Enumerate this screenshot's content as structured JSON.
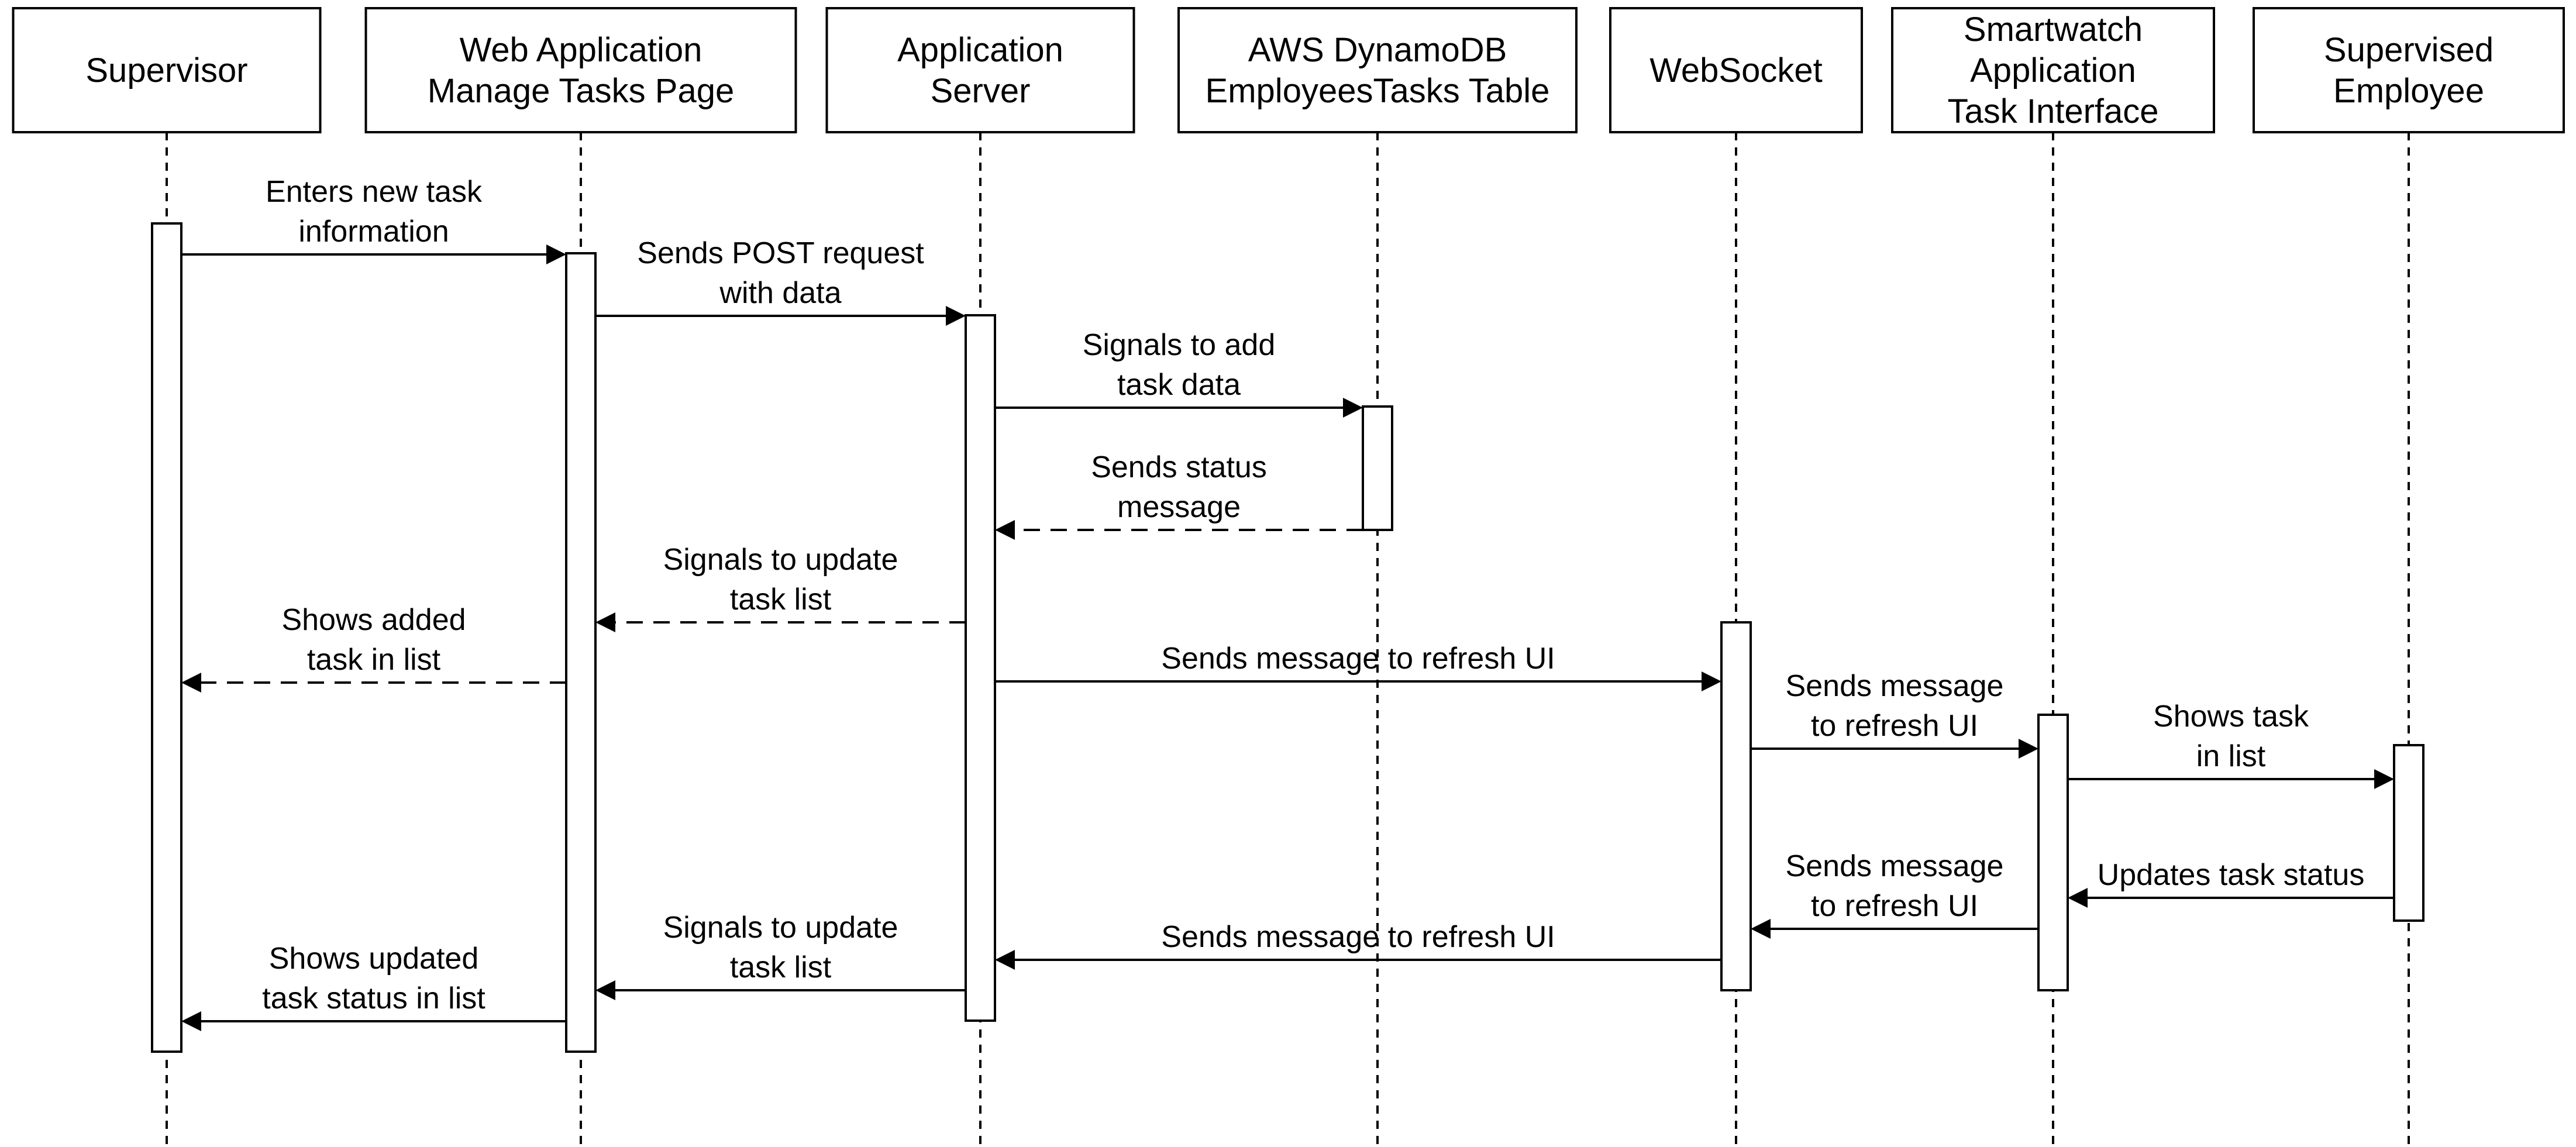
{
  "participants": [
    {
      "id": "supervisor",
      "lines": [
        "Supervisor"
      ]
    },
    {
      "id": "webapp",
      "lines": [
        "Web Application",
        "Manage Tasks Page"
      ]
    },
    {
      "id": "appserver",
      "lines": [
        "Application",
        "Server"
      ]
    },
    {
      "id": "dynamodb",
      "lines": [
        "AWS DynamoDB",
        "EmployeesTasks Table"
      ]
    },
    {
      "id": "websocket",
      "lines": [
        "WebSocket"
      ]
    },
    {
      "id": "smartwatch",
      "lines": [
        "Smartwatch",
        "Application",
        "Task Interface"
      ]
    },
    {
      "id": "employee",
      "lines": [
        "Supervised",
        "Employee"
      ]
    }
  ],
  "messages": [
    {
      "from": "supervisor",
      "to": "webapp",
      "kind": "sync",
      "lines": [
        "Enters new task",
        "information"
      ]
    },
    {
      "from": "webapp",
      "to": "appserver",
      "kind": "sync",
      "lines": [
        "Sends POST request",
        "with data"
      ]
    },
    {
      "from": "appserver",
      "to": "dynamodb",
      "kind": "sync",
      "lines": [
        "Signals to add",
        "task data"
      ]
    },
    {
      "from": "dynamodb",
      "to": "appserver",
      "kind": "reply",
      "lines": [
        "Sends status",
        "message"
      ]
    },
    {
      "from": "appserver",
      "to": "webapp",
      "kind": "reply",
      "lines": [
        "Signals to update",
        "task list"
      ]
    },
    {
      "from": "webapp",
      "to": "supervisor",
      "kind": "reply",
      "lines": [
        "Shows added",
        "task in list"
      ]
    },
    {
      "from": "appserver",
      "to": "websocket",
      "kind": "sync",
      "lines": [
        "Sends message to refresh UI"
      ]
    },
    {
      "from": "websocket",
      "to": "smartwatch",
      "kind": "sync",
      "lines": [
        "Sends message",
        "to refresh UI"
      ]
    },
    {
      "from": "smartwatch",
      "to": "employee",
      "kind": "sync",
      "lines": [
        "Shows task",
        "in list"
      ]
    },
    {
      "from": "employee",
      "to": "smartwatch",
      "kind": "sync",
      "lines": [
        "Updates task status"
      ]
    },
    {
      "from": "smartwatch",
      "to": "websocket",
      "kind": "sync",
      "lines": [
        "Sends message",
        "to refresh UI"
      ]
    },
    {
      "from": "websocket",
      "to": "appserver",
      "kind": "sync",
      "lines": [
        "Sends message to refresh UI"
      ]
    },
    {
      "from": "appserver",
      "to": "webapp",
      "kind": "sync",
      "lines": [
        "Signals to update",
        "task list"
      ]
    },
    {
      "from": "webapp",
      "to": "supervisor",
      "kind": "sync",
      "lines": [
        "Shows updated",
        "task status in list"
      ]
    }
  ],
  "colors": {
    "stroke": "#000000",
    "background": "#ffffff"
  }
}
